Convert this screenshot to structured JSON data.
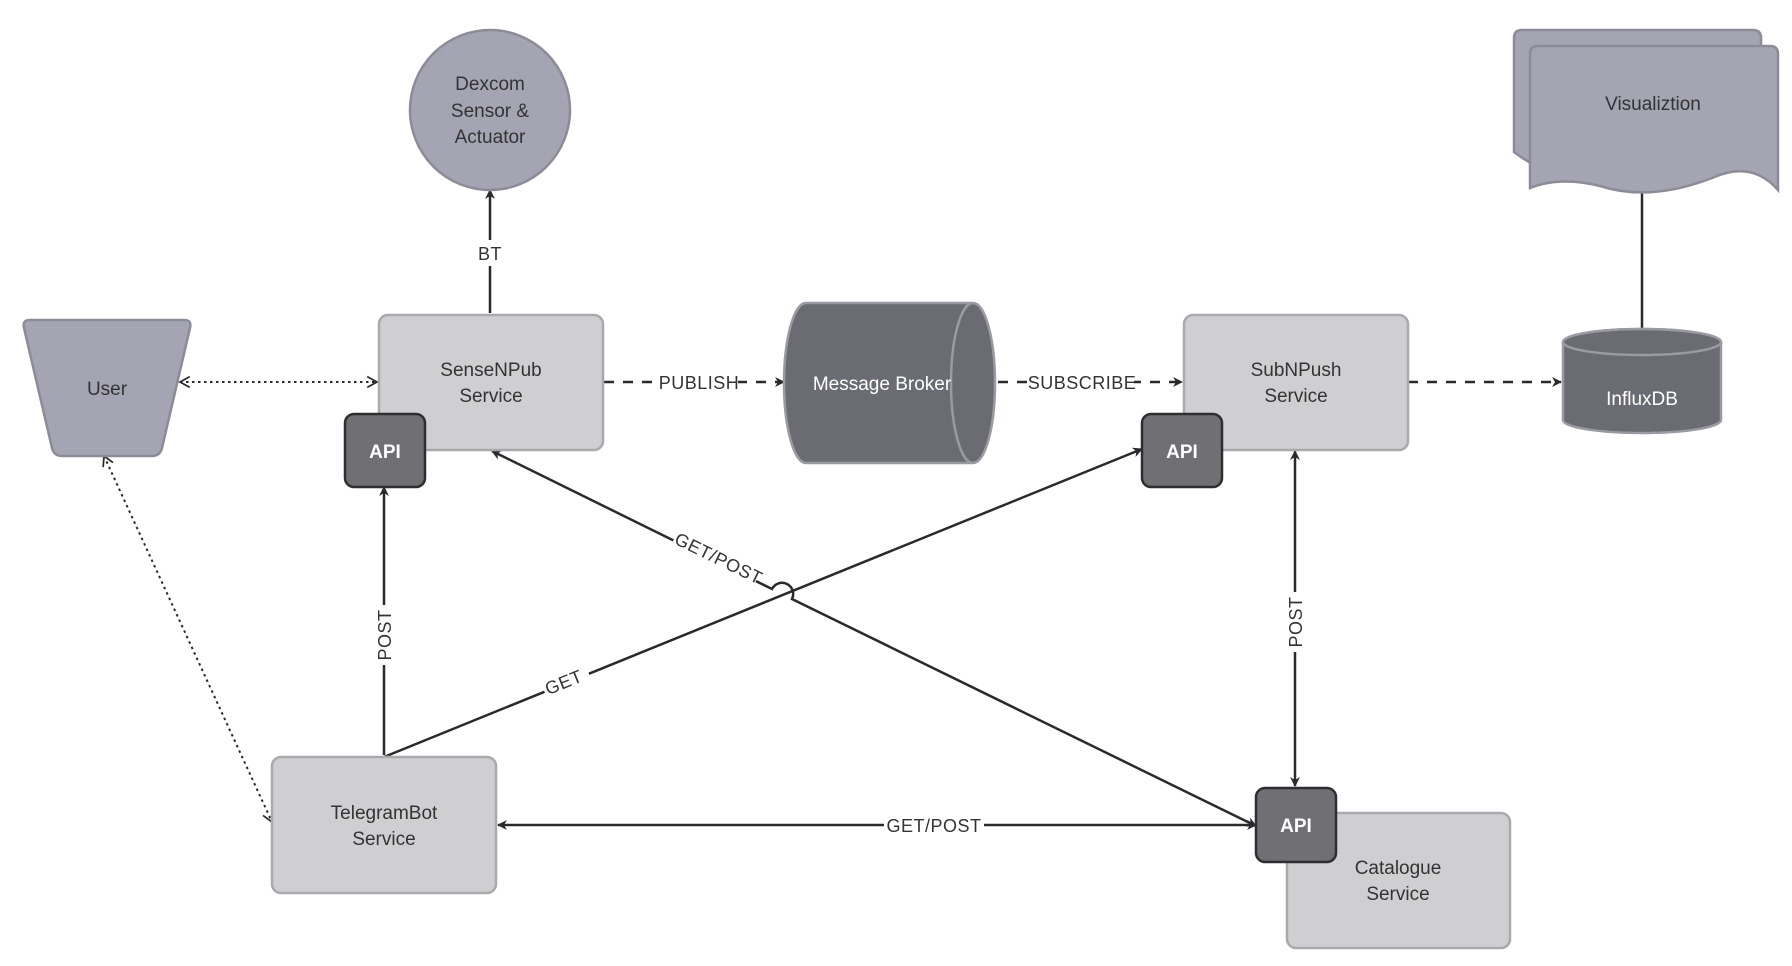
{
  "nodes": {
    "dexcom": {
      "line1": "Dexcom",
      "line2": "Sensor &",
      "line3": "Actuator"
    },
    "visualization": {
      "label": "Visualiztion"
    },
    "user": {
      "label": "User"
    },
    "sensenpub": {
      "line1": "SenseNPub",
      "line2": "Service"
    },
    "message_broker": {
      "label": "Message Broker"
    },
    "subnpush": {
      "line1": "SubNPush",
      "line2": "Service"
    },
    "influxdb": {
      "label": "InfluxDB"
    },
    "telegrambot": {
      "line1": "TelegramBot",
      "line2": "Service"
    },
    "catalogue": {
      "line1": "Catalogue",
      "line2": "Service"
    }
  },
  "api_badges": {
    "label": "API"
  },
  "edges": {
    "bt": "BT",
    "publish": "PUBLISH",
    "subscribe": "SUBSCRIBE",
    "get_post_diagonal": "GET/POST",
    "get": "GET",
    "post_left": "POST",
    "post_right": "POST",
    "get_post_bottom": "GET/POST"
  },
  "colors": {
    "service_box": "#cfcfd1",
    "api_badge": "#707074",
    "node_purple_gray": "#a5a4b3",
    "message_broker": "#6b6c73",
    "influxdb": "#6b6c73",
    "line": "#2a2a2a"
  }
}
